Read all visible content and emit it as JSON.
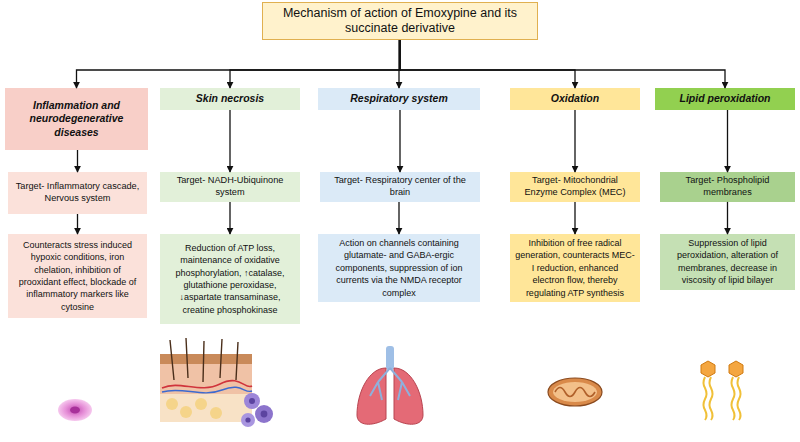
{
  "diagram": {
    "nodes": [
      {
        "text": [
          "Mechanism of action of Emoxypine and its succinate derivative"
        ]
      },
      {
        "text": [
          "Inflammation and neurodegenerative diseases"
        ]
      },
      {
        "text": [
          "Skin necrosis"
        ]
      },
      {
        "text": [
          "Respiratory system"
        ]
      },
      {
        "text": [
          "Oxidation"
        ]
      },
      {
        "text": [
          "Lipid peroxidation"
        ]
      },
      {
        "text": [
          "Target- Inflammatory cascade, Nervous system"
        ]
      },
      {
        "text": [
          "Target- NADH-Ubiquinone system"
        ]
      },
      {
        "text": [
          "Target- Respiratory center of the brain"
        ]
      },
      {
        "text": [
          "Target- Mitochondrial Enzyme Complex (MEC)"
        ]
      },
      {
        "text": [
          "Target- Phospholipid membranes"
        ]
      },
      {
        "text": [
          "Counteracts stress induced hypoxic conditions, iron chelation, inhibition of prooxidant effect, blockade of inflammatory markers like cytosine"
        ]
      },
      {
        "text": [
          "Reduction of ATP loss, maintenance of oxidative phosphorylation, ↑catalase, glutathione peroxidase, ↓aspartate transaminase, creatine phosphokinase"
        ]
      },
      {
        "text": [
          "Action on channels containing glutamate- and GABA-ergic components, suppression of ion currents via the NMDA receptor complex"
        ]
      },
      {
        "text": [
          "Inhibition of free radical generation, counteracts MEC-I reduction, enhanced electron flow, thereby regulating ATP synthesis"
        ]
      },
      {
        "text": [
          "Suppression of lipid peroxidation, alteration of membranes, decrease in viscosity of lipid bilayer"
        ]
      }
    ],
    "edges": [
      {
        "from": 0,
        "to": 1,
        "arrow": "to"
      },
      {
        "from": 0,
        "to": 2,
        "arrow": "to"
      },
      {
        "from": 0,
        "to": 3,
        "arrow": "to"
      },
      {
        "from": 0,
        "to": 4,
        "arrow": "to"
      },
      {
        "from": 0,
        "to": 5,
        "arrow": "to"
      },
      {
        "from": 1,
        "to": 6,
        "arrow": "to"
      },
      {
        "from": 2,
        "to": 7,
        "arrow": "to"
      },
      {
        "from": 3,
        "to": 8,
        "arrow": "to"
      },
      {
        "from": 4,
        "to": 9,
        "arrow": "to"
      },
      {
        "from": 5,
        "to": 10,
        "arrow": "to"
      },
      {
        "from": 6,
        "to": 11,
        "arrow": "to"
      },
      {
        "from": 7,
        "to": 12,
        "arrow": "to"
      },
      {
        "from": 8,
        "to": 13,
        "arrow": "to"
      },
      {
        "from": 9,
        "to": 14,
        "arrow": "to"
      },
      {
        "from": 10,
        "to": 15,
        "arrow": "to"
      }
    ]
  }
}
